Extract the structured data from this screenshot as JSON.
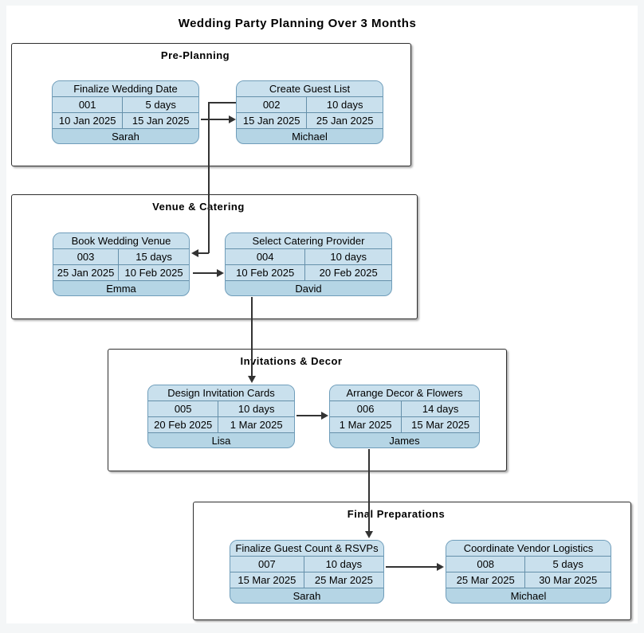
{
  "diagram": {
    "title": "Wedding Party Planning Over 3 Months",
    "groups": [
      {
        "title": "Pre-Planning",
        "tasks": [
          {
            "name": "Finalize Wedding Date",
            "id": "001",
            "duration": "5 days",
            "start": "10 Jan 2025",
            "end": "15 Jan 2025",
            "owner": "Sarah"
          },
          {
            "name": "Create Guest List",
            "id": "002",
            "duration": "10 days",
            "start": "15 Jan 2025",
            "end": "25 Jan 2025",
            "owner": "Michael"
          }
        ]
      },
      {
        "title": "Venue & Catering",
        "tasks": [
          {
            "name": "Book Wedding Venue",
            "id": "003",
            "duration": "15 days",
            "start": "25 Jan 2025",
            "end": "10 Feb 2025",
            "owner": "Emma"
          },
          {
            "name": "Select Catering Provider",
            "id": "004",
            "duration": "10 days",
            "start": "10 Feb 2025",
            "end": "20 Feb 2025",
            "owner": "David"
          }
        ]
      },
      {
        "title": "Invitations & Decor",
        "tasks": [
          {
            "name": "Design Invitation Cards",
            "id": "005",
            "duration": "10 days",
            "start": "20 Feb 2025",
            "end": "1 Mar 2025",
            "owner": "Lisa"
          },
          {
            "name": "Arrange Decor & Flowers",
            "id": "006",
            "duration": "14 days",
            "start": "1 Mar 2025",
            "end": "15 Mar 2025",
            "owner": "James"
          }
        ]
      },
      {
        "title": "Final Preparations",
        "tasks": [
          {
            "name": "Finalize Guest Count & RSVPs",
            "id": "007",
            "duration": "10 days",
            "start": "15 Mar 2025",
            "end": "25 Mar 2025",
            "owner": "Sarah"
          },
          {
            "name": "Coordinate Vendor Logistics",
            "id": "008",
            "duration": "5 days",
            "start": "25 Mar 2025",
            "end": "30 Mar 2025",
            "owner": "Michael"
          }
        ]
      }
    ],
    "edges": [
      {
        "from": "001",
        "to": "002"
      },
      {
        "from": "002",
        "to": "003"
      },
      {
        "from": "003",
        "to": "004"
      },
      {
        "from": "004",
        "to": "005"
      },
      {
        "from": "005",
        "to": "006"
      },
      {
        "from": "006",
        "to": "007"
      },
      {
        "from": "007",
        "to": "008"
      }
    ],
    "colors": {
      "card-fill": "#b5d5e5",
      "cell-fill": "#c9e0ed",
      "card-border": "#6f9dba",
      "cell-border": "#6590aa",
      "group-border": "#2f2f2f",
      "arrow": "#333333",
      "canvas": "#ffffff",
      "page-margin": "#f4f6f7"
    }
  }
}
